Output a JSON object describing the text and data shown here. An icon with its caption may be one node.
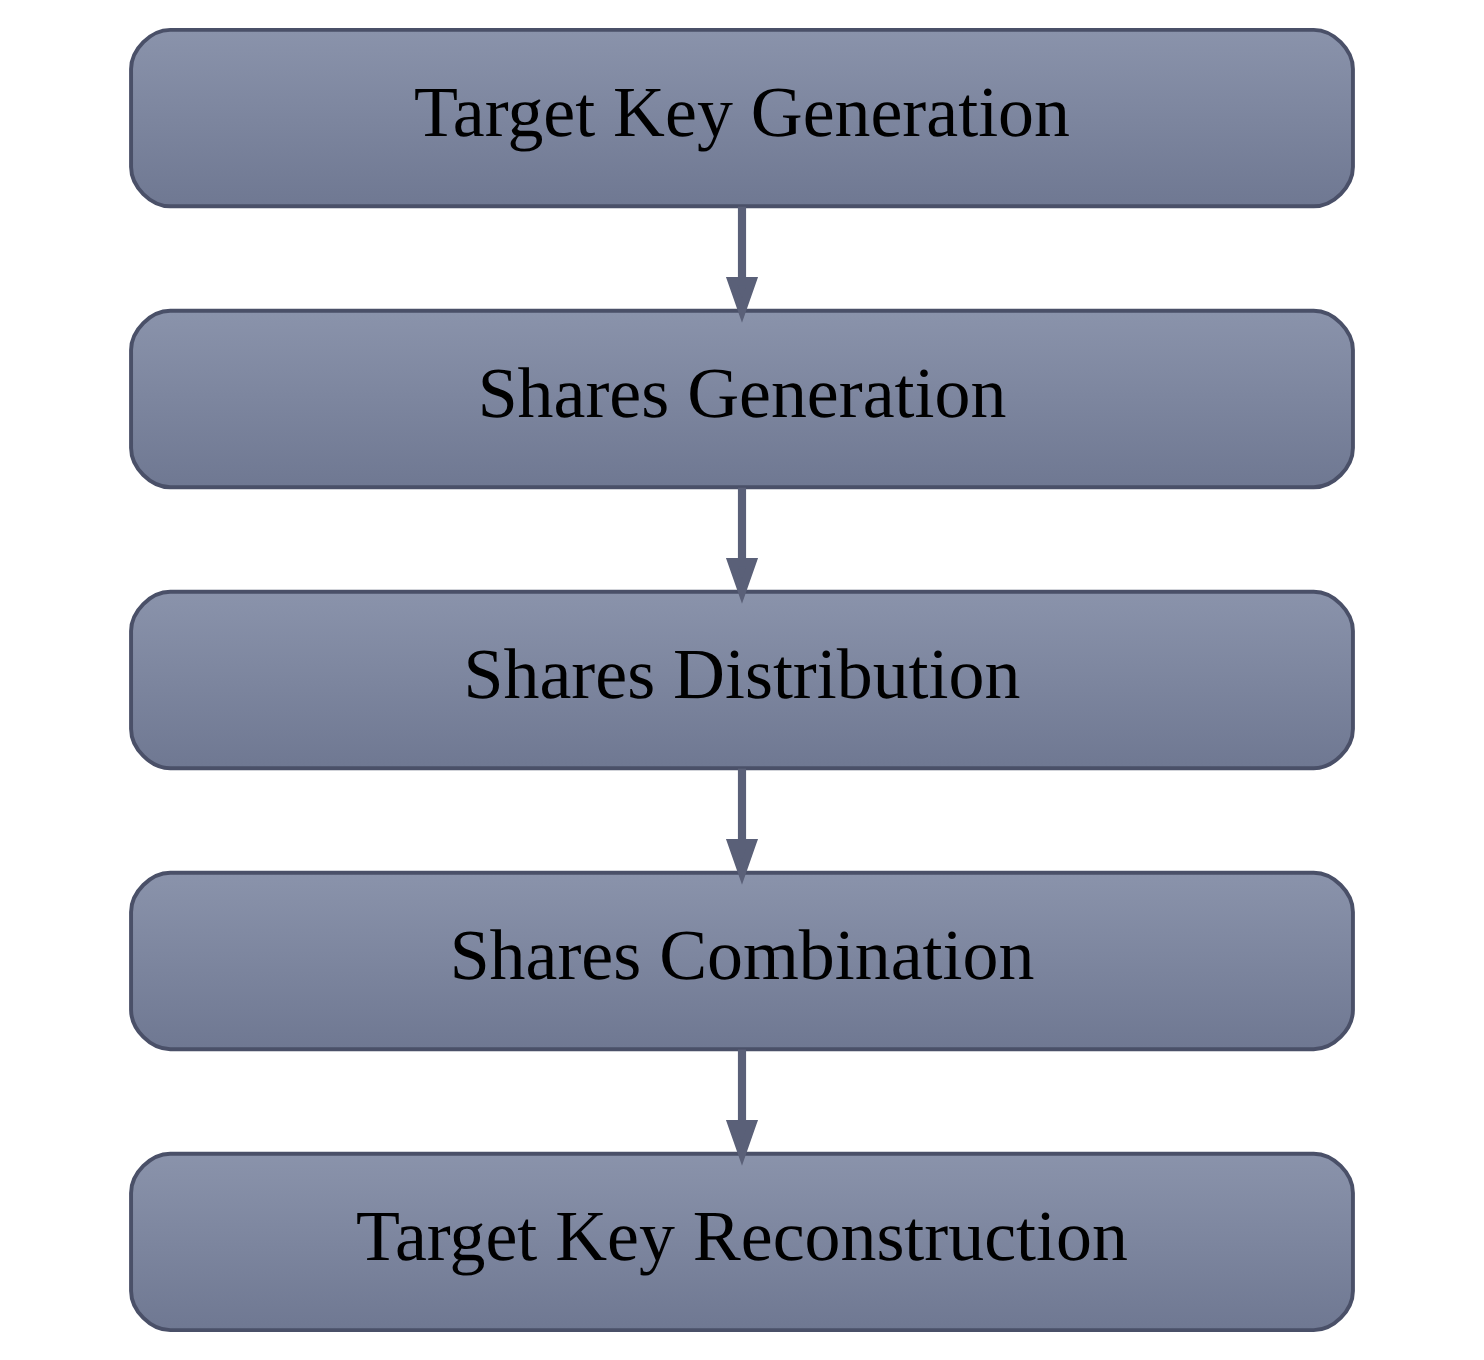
{
  "diagram": {
    "nodes": [
      {
        "text": [
          "Target Key Generation"
        ]
      },
      {
        "text": [
          "Shares Generation"
        ]
      },
      {
        "text": [
          "Shares Distribution"
        ]
      },
      {
        "text": [
          "Shares Combination"
        ]
      },
      {
        "text": [
          "Target Key Reconstruction"
        ]
      }
    ],
    "edges": [
      {
        "from": 0,
        "to": 1,
        "arrow": "to"
      },
      {
        "from": 1,
        "to": 2,
        "arrow": "to"
      },
      {
        "from": 2,
        "to": 3,
        "arrow": "to"
      },
      {
        "from": 3,
        "to": 4,
        "arrow": "to"
      }
    ]
  }
}
